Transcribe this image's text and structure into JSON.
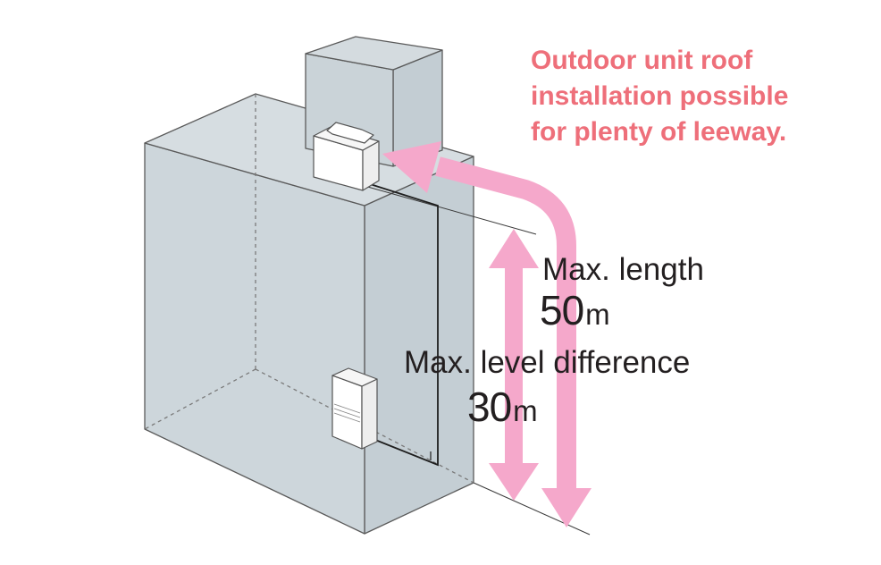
{
  "caption": {
    "lines": [
      "Outdoor unit roof",
      "installation possible",
      "for plenty of leeway."
    ],
    "color": "#ee6f7a"
  },
  "max_length": {
    "label": "Max. length",
    "value": "50",
    "unit": "m"
  },
  "max_level_difference": {
    "label": "Max. level difference",
    "value": "30",
    "unit": "m"
  },
  "colors": {
    "building_fill": "#cdd6db",
    "building_edge": "#5a5a5a",
    "arrow": "#f5a8cb",
    "pipe": "#1e1e1e"
  }
}
